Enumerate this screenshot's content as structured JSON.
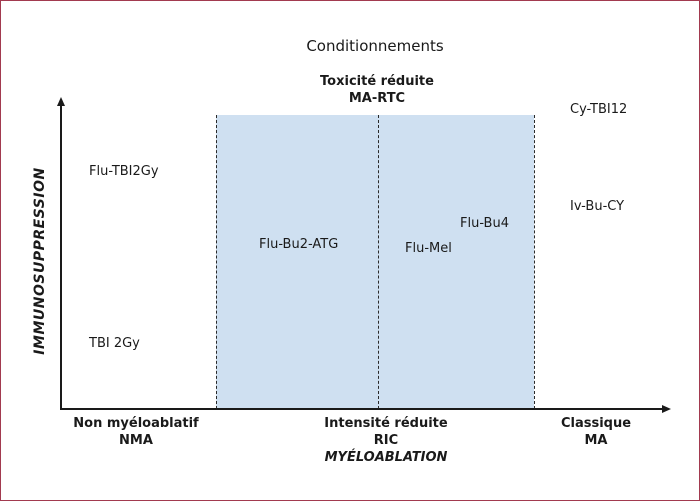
{
  "title": "Conditionnements",
  "header": {
    "line1": "Toxicité réduite",
    "line2": "MA-RTC"
  },
  "y_axis_label": "IMMUNOSUPPRESSION",
  "x_axis_label": "MYÉLOABLATION",
  "categories": [
    {
      "line1": "Non myéloablatif",
      "line2": "NMA"
    },
    {
      "line1": "Intensité réduite",
      "line2": "RIC"
    },
    {
      "line1": "Classique",
      "line2": "MA"
    }
  ],
  "regimens": {
    "flu_tbi2gy": "Flu-TBI2Gy",
    "tbi_2gy": "TBI 2Gy",
    "flu_bu2_atg": "Flu-Bu2-ATG",
    "flu_mel": "Flu-Mel",
    "flu_bu4": "Flu-Bu4",
    "cy_tbi12": "Cy-TBI12",
    "iv_bu_cy": "Iv-Bu-CY"
  },
  "colors": {
    "band": "#cfe0f1",
    "border": "#a23a4f",
    "ink": "#1a1a1a"
  }
}
